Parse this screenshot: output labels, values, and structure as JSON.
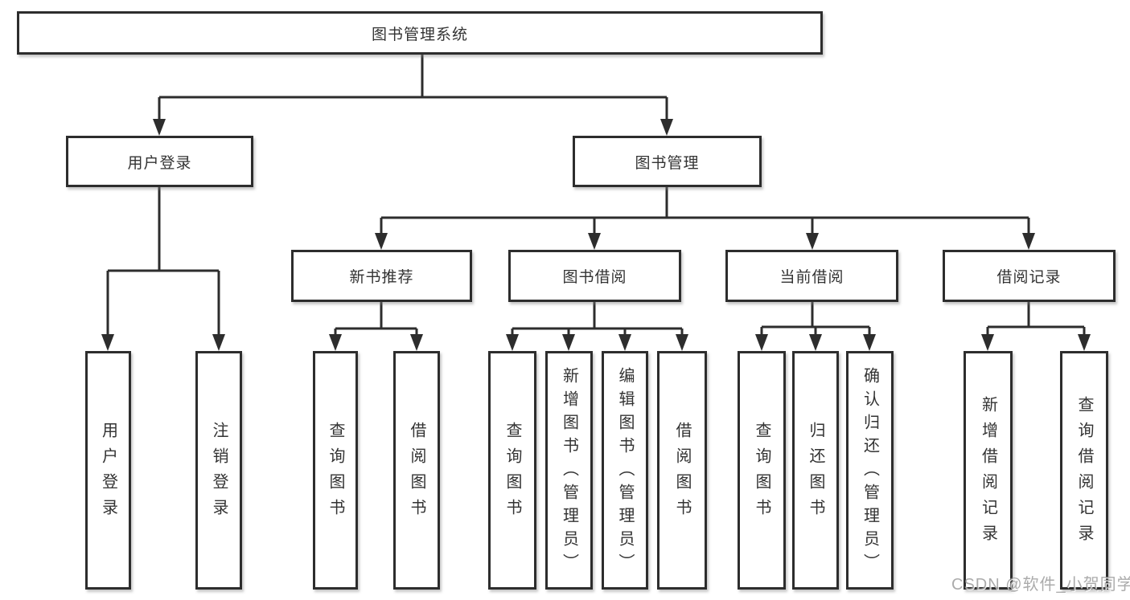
{
  "watermark": "CSDN @软件_小贺同学",
  "colors": {
    "line": "#2d2d2d",
    "border": "#2d2d2d",
    "text": "#333333",
    "background": "#ffffff",
    "watermark": "#949494"
  },
  "nodes": {
    "root": "图书管理系统",
    "user_login": "用户登录",
    "book_mgmt": "图书管理",
    "new_book_rec": "新书推荐",
    "book_borrow": "图书借阅",
    "current_borrow": "当前借阅",
    "borrow_records": "借阅记录",
    "ul_user_login": "用户登录",
    "ul_logout": "注销登录",
    "nb_query_books": "查询图书",
    "nb_borrow_books": "借阅图书",
    "bb_query_books": "查询图书",
    "bb_add_books": "新增图书（管理员）",
    "bb_edit_books": "编辑图书（管理员）",
    "bb_borrow_books": "借阅图书",
    "cb_query_books": "查询图书",
    "cb_return_books": "归还图书",
    "cb_confirm_return": "确认归还（管理员）",
    "br_add_record": "新增借阅记录",
    "br_query_record": "查询借阅记录"
  },
  "edges": [
    [
      "root",
      "user_login"
    ],
    [
      "root",
      "book_mgmt"
    ],
    [
      "user_login",
      "ul_user_login"
    ],
    [
      "user_login",
      "ul_logout"
    ],
    [
      "book_mgmt",
      "new_book_rec"
    ],
    [
      "book_mgmt",
      "book_borrow"
    ],
    [
      "book_mgmt",
      "current_borrow"
    ],
    [
      "book_mgmt",
      "borrow_records"
    ],
    [
      "new_book_rec",
      "nb_query_books"
    ],
    [
      "new_book_rec",
      "nb_borrow_books"
    ],
    [
      "book_borrow",
      "bb_query_books"
    ],
    [
      "book_borrow",
      "bb_add_books"
    ],
    [
      "book_borrow",
      "bb_edit_books"
    ],
    [
      "book_borrow",
      "bb_borrow_books"
    ],
    [
      "current_borrow",
      "cb_query_books"
    ],
    [
      "current_borrow",
      "cb_return_books"
    ],
    [
      "current_borrow",
      "cb_confirm_return"
    ],
    [
      "borrow_records",
      "br_add_record"
    ],
    [
      "borrow_records",
      "br_query_record"
    ]
  ]
}
